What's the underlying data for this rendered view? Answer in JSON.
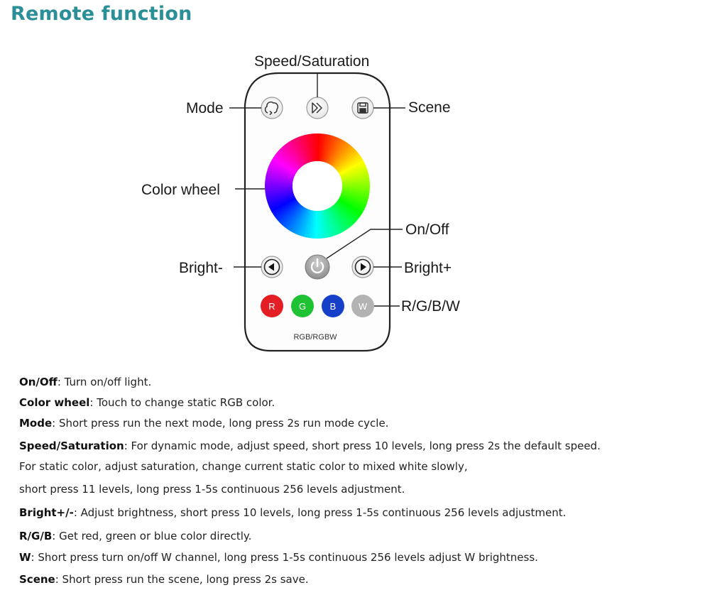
{
  "title": "Remote function",
  "callouts": {
    "speed_saturation": "Speed/Saturation",
    "mode": "Mode",
    "scene": "Scene",
    "color_wheel": "Color wheel",
    "on_off": "On/Off",
    "bright_minus": "Bright-",
    "bright_plus": "Bright+",
    "rgbw": "R/G/B/W"
  },
  "remote": {
    "model_label": "RGB/RGBW",
    "buttons": {
      "r": "R",
      "g": "G",
      "b": "B",
      "w": "W"
    },
    "icons": {
      "mode": "clover-loop-icon",
      "speed": "fast-forward-icon",
      "scene": "save-floppy-icon",
      "on_off": "power-icon",
      "bright_minus": "triangle-left-icon",
      "bright_plus": "triangle-right-icon"
    },
    "colors": {
      "red": "#e31e24",
      "green": "#1ec233",
      "blue": "#1740c8",
      "white": "#b3b3b3",
      "title": "#2b8f98"
    }
  },
  "descriptions": [
    {
      "term": "On/Off",
      "text": ": Turn on/off light."
    },
    {
      "term": "Color wheel",
      "text": ": Touch to change static RGB color."
    },
    {
      "term": "Mode",
      "text": ": Short press run the next mode, long press 2s run mode cycle."
    },
    {
      "term": "Speed/Saturation",
      "text": ": For dynamic mode, adjust speed, short press 10 levels, long press 2s the default speed."
    },
    {
      "term": "",
      "text": "For static color, adjust saturation, change current static color to mixed white slowly,"
    },
    {
      "term": "",
      "text": "short press 11 levels, long press 1-5s continuous 256 levels adjustment."
    },
    {
      "term": "Bright+/-",
      "text": ": Adjust brightness, short press 10 levels, long press 1-5s continuous 256 levels adjustment."
    },
    {
      "term": "R/G/B",
      "text": ": Get red, green or blue color directly."
    },
    {
      "term": "W",
      "text": ": Short press turn on/off W channel, long press 1-5s continuous 256 levels adjust W brightness."
    },
    {
      "term": "Scene",
      "text": ": Short press run the scene, long press 2s save."
    }
  ]
}
